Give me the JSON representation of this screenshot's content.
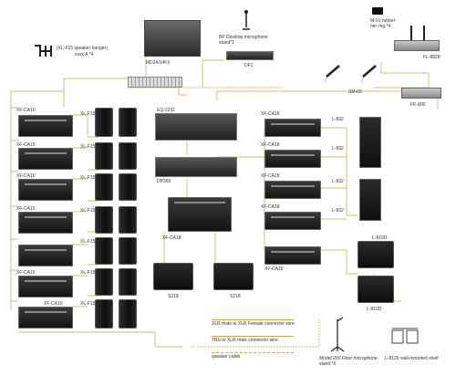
{
  "labels": {
    "speaker_hanger": "(XL-F15 speaker hanger)",
    "speaker_hanger_qty": "xxxx A *4",
    "mixer": "MD24/14FX",
    "desktop_mic": "BP Desktop microphone stand*1",
    "dfi": "DF1",
    "rubber_mic": "M-01 rubber mic mg *4",
    "wireless_rx": "FL-8828",
    "wireless_mic": "SM-66",
    "pk800": "FK-800",
    "eq": "EQ-2231",
    "dp": "DP360",
    "amp_ca10": "XF-CA10",
    "amp_ca18": "XF-CA18",
    "spk_f15": "XL-F15",
    "line_array": "L-832",
    "sub_l": "L-810D",
    "sub_s218": "S218",
    "legend_xlr_fm": "XLR male to XLR Female connector wire",
    "legend_trs": "TRS to XLR male connector wire",
    "legend_speaker": "speaker cable",
    "floor_mic": "Model 200 Floor microphone stand *6",
    "wall_shelf": "L-8126 wall-mounted shelf"
  },
  "colors": {
    "wire": "#caa24a",
    "device": "#1c1c1c"
  }
}
